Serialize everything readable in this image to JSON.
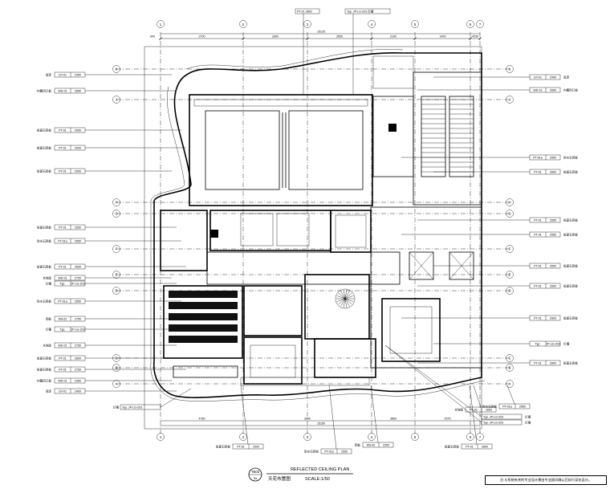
{
  "drawing": {
    "title_en": "REFLECTED CEILING PLAN",
    "title_cn": "天花布置图",
    "scale": "SCALE:1/50",
    "sheet_no": "TB03",
    "sheet_sub": "5a",
    "note": "注:与系统有关的专业设计需由专业顾问确认后执行深化设计。"
  },
  "grid_top": [
    "1",
    "2",
    "3",
    "4",
    "5",
    "6",
    "7"
  ],
  "grid_bottom": [
    "1",
    "2",
    "3",
    "4",
    "5",
    "6",
    "7"
  ],
  "grid_left": [
    "K",
    "J",
    "H",
    "G",
    "F",
    "E",
    "D",
    "C",
    "B",
    "A"
  ],
  "grid_right": [
    "K",
    "J",
    "H",
    "G",
    "F",
    "E",
    "D",
    "C",
    "B",
    "A"
  ],
  "dims_top": [
    "900",
    "2700",
    "3300",
    "3550",
    "2100",
    "1400",
    "4250"
  ],
  "dim_top_total": "15125",
  "dims_bottom": [
    "4780",
    "3900",
    "3850",
    "2575"
  ],
  "dim_bottom_total": "15150",
  "left_tags": [
    {
      "label": "底漆",
      "code": "GY-01",
      "h": "2400"
    },
    {
      "label": "内置风口板",
      "code": "WD-01",
      "h": "2650"
    },
    {
      "label": "纸面石膏板",
      "code": "PT-01",
      "h": "2900"
    },
    {
      "label": "纸面石膏板",
      "code": "PT-01",
      "h": "2900"
    },
    {
      "label": "纸面石膏板",
      "code": "PT-01",
      "h": "2900"
    },
    {
      "label": "纸面石膏板",
      "code": "PT-01",
      "h": "2550"
    },
    {
      "label": "防水石膏板",
      "code": "PT-01a",
      "h": "2550"
    },
    {
      "label": "纸面石膏板",
      "code": "PT-01",
      "h": "2650"
    },
    {
      "label": "木饰面",
      "code": "WD-01",
      "h": "2750"
    },
    {
      "label": "灯槽",
      "code": "Typ.",
      "h": "JP-LG-203"
    },
    {
      "label": "防水石膏板",
      "code": "PT-01a",
      "h": "2550"
    },
    {
      "label": "铝板",
      "code": "MS-02",
      "h": "2750"
    },
    {
      "label": "灯槽",
      "code": "Typ.",
      "h": "JP-LG-203"
    },
    {
      "label": "木饰面",
      "code": "WD-01",
      "h": "2750"
    },
    {
      "label": "纸面石膏板",
      "code": "PT-01",
      "h": "2800"
    },
    {
      "label": "纸面石膏板",
      "code": "PT-01",
      "h": "2750"
    },
    {
      "label": "内置风口板",
      "code": "WD-01",
      "h": "2350"
    },
    {
      "label": "底漆",
      "code": "GY-01",
      "h": "2400"
    }
  ],
  "right_tags": [
    {
      "label": "底漆",
      "code": "GY-01",
      "h": "2400"
    },
    {
      "label": "内置风口板",
      "code": "WD-01",
      "h": "2650"
    },
    {
      "label": "防水石膏板",
      "code": "PT-01a",
      "h": "2500"
    },
    {
      "label": "纸面石膏板",
      "code": "PT-01",
      "h": "2800"
    },
    {
      "label": "纸面石膏板",
      "code": "PT-01",
      "h": "2550"
    },
    {
      "label": "纸面石膏板",
      "code": "PT-01",
      "h": "2550"
    },
    {
      "label": "纸面石膏板",
      "code": "PT-01",
      "h": "2650"
    },
    {
      "label": "纸面石膏板",
      "code": "PT-01",
      "h": "2600"
    },
    {
      "label": "纸面石膏板",
      "code": "PT-01",
      "h": "2900"
    },
    {
      "label": "灯槽",
      "code": "Typ.",
      "h": "JP-LG-203"
    },
    {
      "label": "纸面石膏板",
      "code": "PT-01",
      "h": "2800"
    }
  ],
  "top_tags": [
    {
      "code": "PT-01",
      "h": "2800"
    },
    {
      "code": "Typ. JP-LG-203",
      "h": "灯槽"
    }
  ],
  "bottom_tags": [
    {
      "label": "纸面石膏板",
      "code": "PT-01",
      "h": "2900"
    },
    {
      "label": "防水石膏板",
      "code": "PT-01a",
      "h": "2550"
    },
    {
      "label": "木饰面",
      "code": "PT-02",
      "h": "2600"
    },
    {
      "label": "铝板",
      "code": "MS-02",
      "h": "2350"
    },
    {
      "label": "灯槽",
      "code": "Typ.",
      "h": "JP-LG-203"
    },
    {
      "label": "防水石膏板",
      "code": "PT-01a",
      "h": "2550"
    },
    {
      "label": "灯槽",
      "code": "Typ.",
      "h": "JP-LG-203"
    },
    {
      "label": "灯槽",
      "code": "Typ.",
      "h": "JP-LG-203"
    },
    {
      "label": "纸面石膏板",
      "code": "PT-01",
      "h": "2800"
    }
  ]
}
